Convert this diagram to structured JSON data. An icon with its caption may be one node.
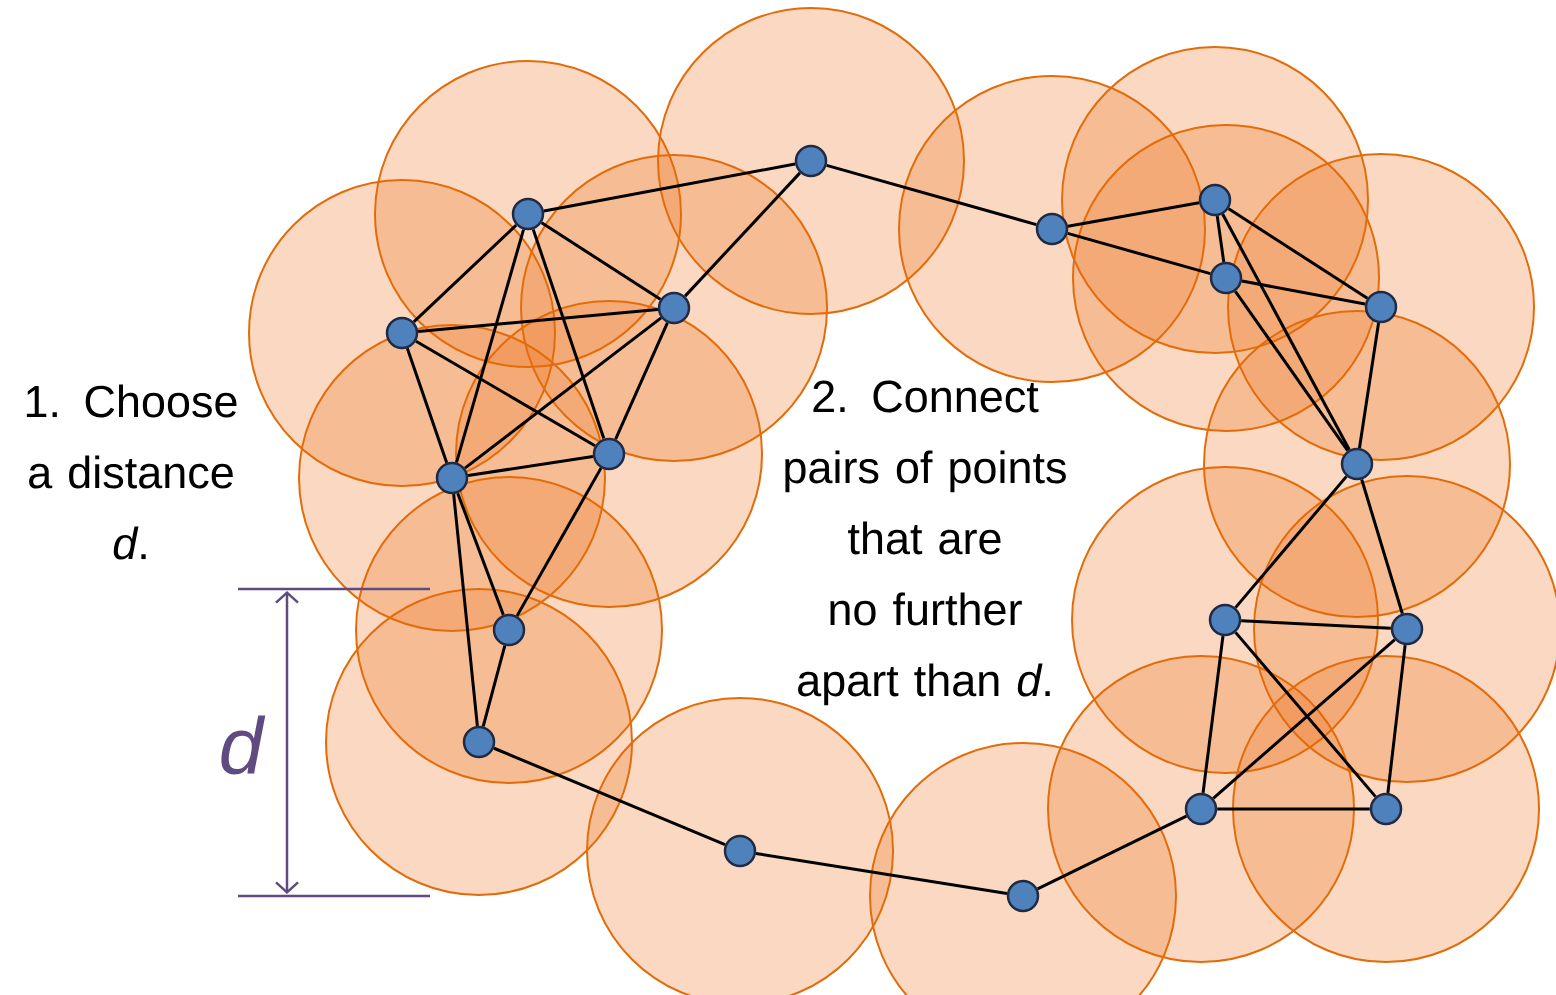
{
  "diagram": {
    "nodes": [
      {
        "text": [],
        "shape": "circle"
      },
      {
        "text": [],
        "shape": "circle"
      },
      {
        "text": [],
        "shape": "circle"
      },
      {
        "text": [],
        "shape": "circle"
      },
      {
        "text": [],
        "shape": "circle"
      },
      {
        "text": [],
        "shape": "circle"
      },
      {
        "text": [],
        "shape": "circle"
      },
      {
        "text": [],
        "shape": "circle"
      },
      {
        "text": [],
        "shape": "circle"
      },
      {
        "text": [],
        "shape": "circle"
      },
      {
        "text": [],
        "shape": "circle"
      },
      {
        "text": [],
        "shape": "circle"
      },
      {
        "text": [],
        "shape": "circle"
      },
      {
        "text": [],
        "shape": "circle"
      },
      {
        "text": [],
        "shape": "circle"
      },
      {
        "text": [],
        "shape": "circle"
      },
      {
        "text": [],
        "shape": "circle"
      },
      {
        "text": [],
        "shape": "circle"
      },
      {
        "text": [],
        "shape": "circle"
      }
    ],
    "edges": [
      {
        "from": 0,
        "to": 1,
        "arrow": "none"
      },
      {
        "from": 0,
        "to": 6,
        "arrow": "none"
      },
      {
        "from": 0,
        "to": 7,
        "arrow": "none"
      },
      {
        "from": 0,
        "to": 9,
        "arrow": "none"
      },
      {
        "from": 0,
        "to": 8,
        "arrow": "none"
      },
      {
        "from": 1,
        "to": 7,
        "arrow": "none"
      },
      {
        "from": 6,
        "to": 7,
        "arrow": "none"
      },
      {
        "from": 6,
        "to": 9,
        "arrow": "none"
      },
      {
        "from": 6,
        "to": 8,
        "arrow": "none"
      },
      {
        "from": 7,
        "to": 9,
        "arrow": "none"
      },
      {
        "from": 7,
        "to": 8,
        "arrow": "none"
      },
      {
        "from": 9,
        "to": 8,
        "arrow": "none"
      },
      {
        "from": 9,
        "to": 11,
        "arrow": "none"
      },
      {
        "from": 9,
        "to": 14,
        "arrow": "none"
      },
      {
        "from": 8,
        "to": 11,
        "arrow": "none"
      },
      {
        "from": 11,
        "to": 14,
        "arrow": "none"
      },
      {
        "from": 14,
        "to": 15,
        "arrow": "none"
      },
      {
        "from": 15,
        "to": 18,
        "arrow": "none"
      },
      {
        "from": 18,
        "to": 16,
        "arrow": "none"
      },
      {
        "from": 1,
        "to": 2,
        "arrow": "none"
      },
      {
        "from": 2,
        "to": 3,
        "arrow": "none"
      },
      {
        "from": 2,
        "to": 4,
        "arrow": "none"
      },
      {
        "from": 3,
        "to": 4,
        "arrow": "none"
      },
      {
        "from": 3,
        "to": 5,
        "arrow": "none"
      },
      {
        "from": 3,
        "to": 10,
        "arrow": "none"
      },
      {
        "from": 4,
        "to": 5,
        "arrow": "none"
      },
      {
        "from": 4,
        "to": 10,
        "arrow": "none"
      },
      {
        "from": 5,
        "to": 10,
        "arrow": "none"
      },
      {
        "from": 10,
        "to": 12,
        "arrow": "none"
      },
      {
        "from": 10,
        "to": 13,
        "arrow": "none"
      },
      {
        "from": 12,
        "to": 13,
        "arrow": "none"
      },
      {
        "from": 12,
        "to": 16,
        "arrow": "none"
      },
      {
        "from": 12,
        "to": 17,
        "arrow": "none"
      },
      {
        "from": 13,
        "to": 16,
        "arrow": "none"
      },
      {
        "from": 13,
        "to": 17,
        "arrow": "none"
      },
      {
        "from": 16,
        "to": 17,
        "arrow": "none"
      }
    ],
    "labels": [
      "1. Choose a distance *d*.",
      "2. Connect pairs of points that are no further apart than *d*.",
      "*d*"
    ]
  }
}
